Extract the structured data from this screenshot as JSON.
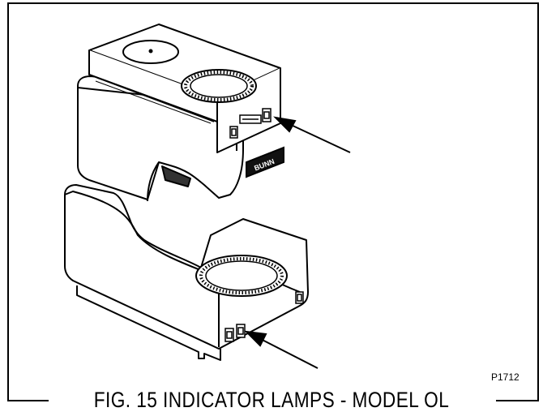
{
  "figure": {
    "part_number": "P1712",
    "caption": "FIG. 15 INDICATOR LAMPS - MODEL OL",
    "logo_text": "BUNN"
  }
}
